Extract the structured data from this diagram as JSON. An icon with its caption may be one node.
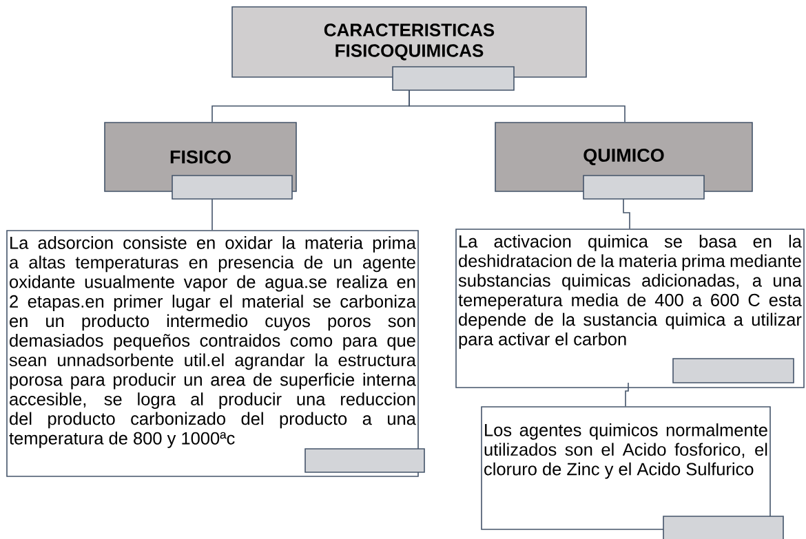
{
  "diagram": {
    "nodes": [
      {
        "text": [
          "CARACTERISTICAS FISICOQUIMICAS"
        ]
      },
      {
        "text": [
          "FISICO"
        ]
      },
      {
        "text": [
          "QUIMICO"
        ]
      },
      {
        "text": [
          "La adsorcion consiste en oxidar la materia prima a altas temperaturas en presencia de un agente oxidante usualmente vapor de agua.se realiza en 2 etapas.en primer lugar el material se carboniza en un producto intermedio cuyos poros son demasiados pequeños contraidos como para que sean unnadsorbente util.el agrandar la estructura porosa para producir un area de superficie interna accesible, se logra al producir una reduccion del producto carbonizado del producto a una temperatura de 800 y 1000ªc"
        ]
      },
      {
        "text": [
          "La activacion quimica se basa en la deshidratacion de la materia prima mediante substancias quimicas adicionadas, a una temeperatura media de 400 a 600 C esta depende de la sustancia quimica a utilizar para activar el carbon"
        ]
      },
      {
        "text": [
          "Los agentes quimicos normalmente utilizados son el Acido fosforico, el cloruro de Zinc y el Acido Sulfurico"
        ]
      }
    ],
    "edges": [
      {
        "from": 0,
        "to": 1,
        "arrow": "none"
      },
      {
        "from": 0,
        "to": 2,
        "arrow": "none"
      },
      {
        "from": 1,
        "to": 3,
        "arrow": "none"
      },
      {
        "from": 2,
        "to": 4,
        "arrow": "none"
      },
      {
        "from": 4,
        "to": 5,
        "arrow": "none"
      }
    ]
  }
}
